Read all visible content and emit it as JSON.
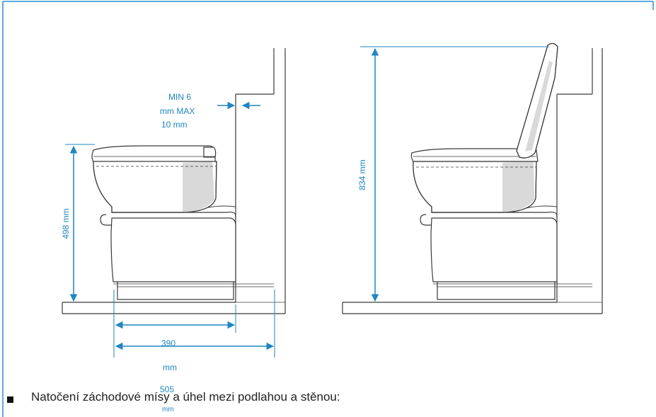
{
  "colors": {
    "dimension": "#1f86c1",
    "frame": "#2a8fd0",
    "outline": "#3a3a3a",
    "shade": "#d9d9d9"
  },
  "labels": {
    "gap_line1": "MIN 6",
    "gap_line2": "mm MAX",
    "gap_line3": "10 mm",
    "height_left": "498 mm",
    "height_right": "834 mm",
    "depth_390_value": "390",
    "depth_390_unit": "mm",
    "depth_505_value": "505",
    "depth_505_unit": "mm"
  },
  "caption": "Natočení záchodové mísy a úhel mezi podlahou a stěnou:"
}
